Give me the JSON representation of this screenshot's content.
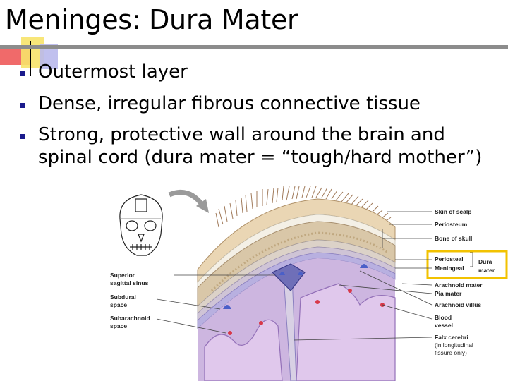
{
  "slide": {
    "title": "Meninges: Dura Mater",
    "bullets": [
      {
        "text": "Outermost layer"
      },
      {
        "text": "Dense, irregular fibrous connective tissue"
      },
      {
        "text": "Strong, protective wall around the brain and spinal cord (dura mater = “tough/hard mother”)"
      }
    ]
  },
  "figure": {
    "labels_right": {
      "skin_of_scalp": "Skin of scalp",
      "periosteum": "Periosteum",
      "bone_of_skull": "Bone of skull",
      "periosteal": "Periosteal",
      "meningeal": "Meningeal",
      "dura_mater_1": "Dura",
      "dura_mater_2": "mater",
      "arachnoid_mater": "Arachnoid mater",
      "pia_mater": "Pia mater",
      "arachnoid_villus": "Arachnoid villus",
      "blood_1": "Blood",
      "blood_2": "vessel",
      "falx_1": "Falx cerebri",
      "falx_2": "(in longitudinal",
      "falx_3": "fissure only)"
    },
    "labels_left": {
      "superior_1": "Superior",
      "superior_2": "sagittal sinus",
      "subdural_1": "Subdural",
      "subdural_2": "space",
      "subarachnoid_1": "Subarachnoid",
      "subarachnoid_2": "space"
    }
  },
  "colors": {
    "bullet": "#1a1a8c",
    "rule": "#8c8c8c",
    "highlight_box": "#f2c200",
    "deco_red": "#f06a6a",
    "deco_yellow": "#f7e36a",
    "deco_blue": "#b9b9ec"
  }
}
